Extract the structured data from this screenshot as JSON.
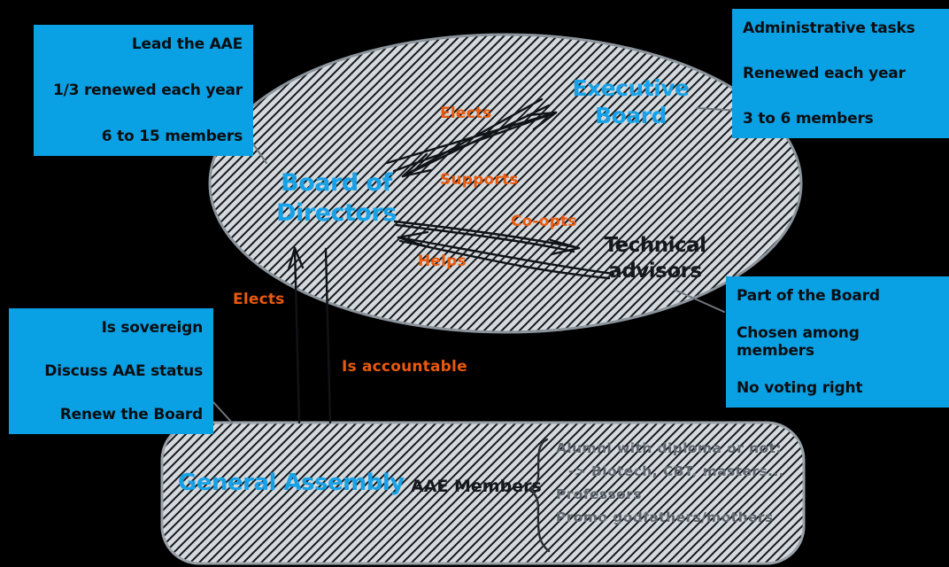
{
  "diagram": {
    "entities": {
      "board_of_directors": "Board of\nDirectors",
      "executive_board": "Executive\nBoard",
      "technical_advisors": "Technical\nadvisors",
      "general_assembly": "General Assembly",
      "aae_members": "AAE Members"
    },
    "relations": {
      "elects_top": "Elects",
      "supports": "Supports",
      "co_opts": "Co-opts",
      "helps": "Helps",
      "elects_left": "Elects",
      "is_accountable": "Is accountable"
    },
    "notes": {
      "board": {
        "lines": [
          "Lead the AAE",
          "1/3 renewed each year",
          "6 to 15 members"
        ]
      },
      "executive": {
        "lines": [
          "Administrative tasks",
          "Renewed each year",
          "3 to 6 members"
        ]
      },
      "advisors": {
        "lines": [
          "Part of the Board",
          "Chosen among members",
          "No voting right"
        ]
      },
      "assembly": {
        "lines": [
          "Is sovereign",
          "Discuss AAE status",
          "Renew the Board"
        ]
      }
    },
    "members_detail": {
      "lines": [
        "Alumni with diploma or not:",
        "-> Biotech, CBT, masters...",
        "Professors",
        "Promo godfathers/mothers"
      ]
    },
    "colors": {
      "background": "#000000",
      "note_box_blue": "#0aa0e4",
      "entity_blue": "#17a2e8",
      "relation_orange": "#e8590c",
      "detail_gray": "#5f666d",
      "hatch_fill": "#d4d9dd",
      "shape_border_gray": "#8b939b"
    }
  }
}
